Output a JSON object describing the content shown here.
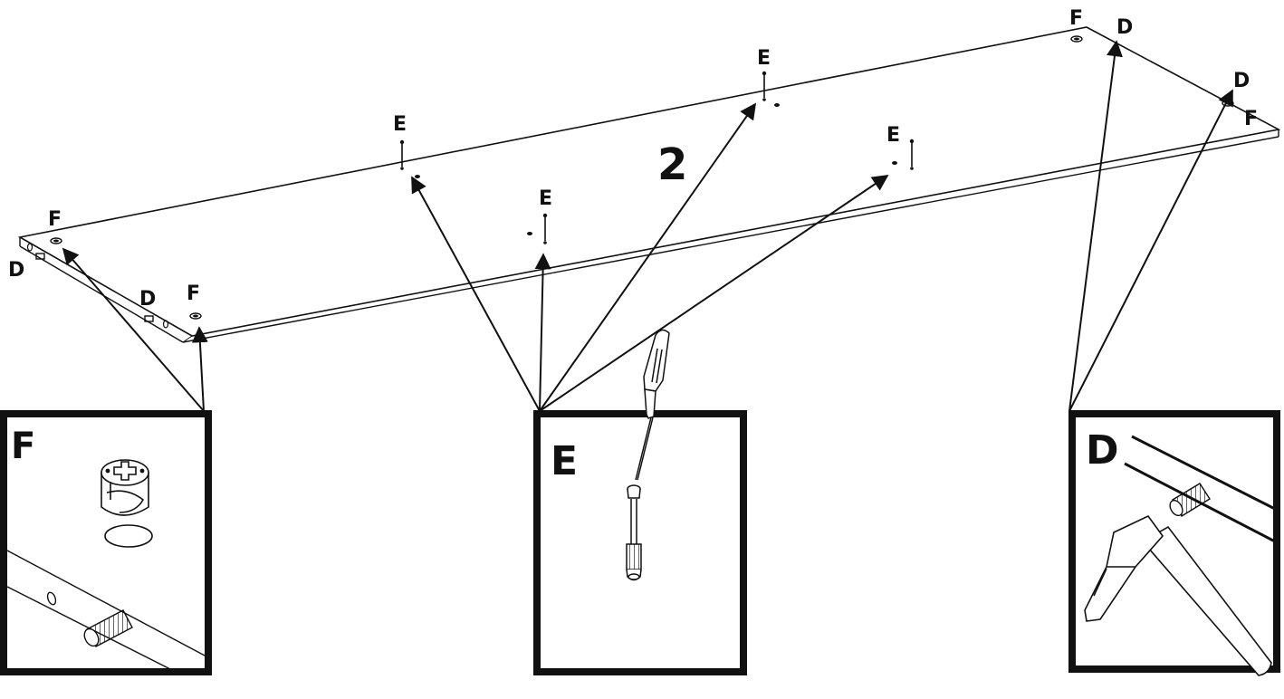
{
  "step_number": "2",
  "panel_labels": {
    "F": "F",
    "D": "D",
    "E": "E"
  },
  "detail_boxes": [
    {
      "label": "F"
    },
    {
      "label": "E"
    },
    {
      "label": "D"
    }
  ],
  "icons": [
    "cam-lock-fitting-icon",
    "wooden-dowel-icon",
    "screwdriver-icon",
    "cam-bolt-icon",
    "hammer-icon"
  ]
}
